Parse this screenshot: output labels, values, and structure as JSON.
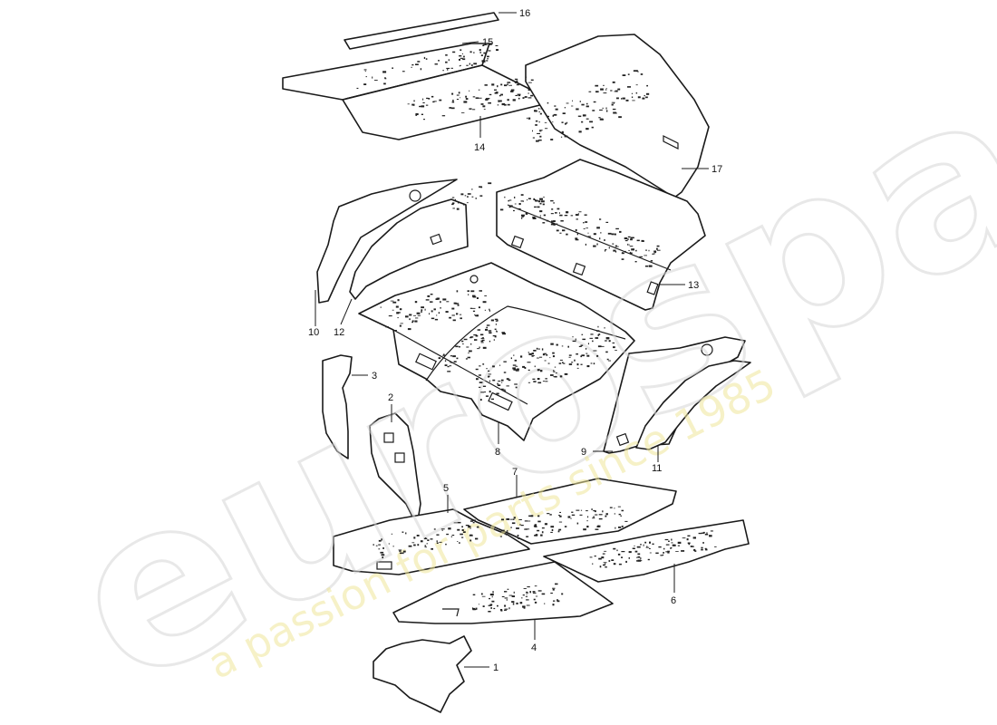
{
  "watermark": {
    "brand": "eurospares",
    "tagline": "a passion for parts since 1985",
    "tagline_color": "#efe79a",
    "brand_color": "#d6d6d6"
  },
  "callouts": [
    {
      "id": "1",
      "label": "1"
    },
    {
      "id": "2",
      "label": "2"
    },
    {
      "id": "3",
      "label": "3"
    },
    {
      "id": "4",
      "label": "4"
    },
    {
      "id": "5",
      "label": "5"
    },
    {
      "id": "6",
      "label": "6"
    },
    {
      "id": "7",
      "label": "7"
    },
    {
      "id": "8",
      "label": "8"
    },
    {
      "id": "9",
      "label": "9"
    },
    {
      "id": "10",
      "label": "10"
    },
    {
      "id": "11",
      "label": "11"
    },
    {
      "id": "12",
      "label": "12"
    },
    {
      "id": "13",
      "label": "13"
    },
    {
      "id": "14",
      "label": "14"
    },
    {
      "id": "15",
      "label": "15"
    },
    {
      "id": "16",
      "label": "16"
    },
    {
      "id": "17",
      "label": "17"
    }
  ]
}
